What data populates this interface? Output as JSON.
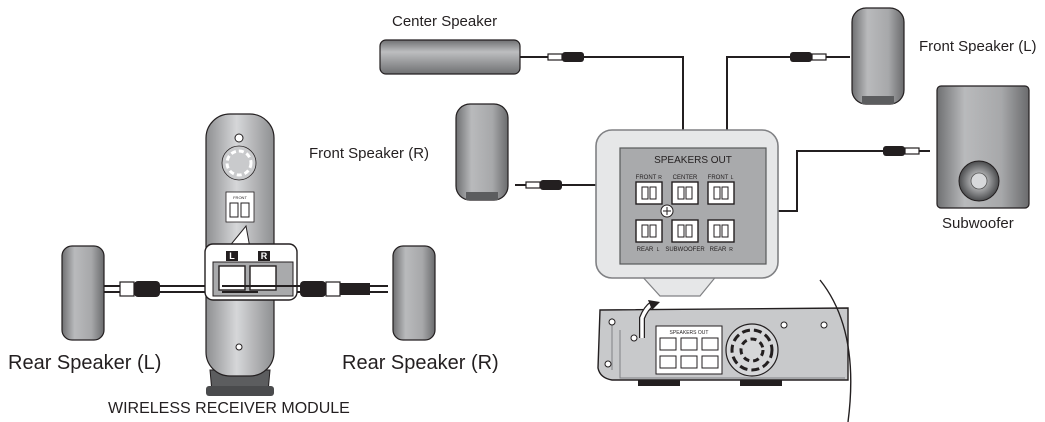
{
  "labels": {
    "center_speaker": "Center Speaker",
    "front_speaker_left": "Front Speaker (L)",
    "front_speaker_right": "Front Speaker (R)",
    "subwoofer": "Subwoofer",
    "rear_speaker_left": "Rear Speaker (L)",
    "rear_speaker_right": "Rear Speaker (R)",
    "wireless_receiver_module": "WIRELESS RECEIVER MODULE"
  },
  "panel": {
    "title": "SPEAKERS OUT",
    "terminal_front_r": "FRONT",
    "terminal_front_r_mark": "R",
    "terminal_center": "CENTER",
    "terminal_front_l": "FRONT",
    "terminal_front_l_mark": "L",
    "terminal_rear_l": "REAR",
    "terminal_rear_l_mark": "L",
    "terminal_subwoofer": "SUBWOOFER",
    "terminal_rear_r": "REAR",
    "terminal_rear_r_mark": "R",
    "unit_panel_title": "SPEAKERS OUT"
  },
  "module": {
    "badge_left": "L",
    "badge_right": "R",
    "front_label": "FRONT"
  },
  "colors": {
    "speaker_fill": "#9b9c9e",
    "panel_fill": "#a9aaac",
    "callout_fill": "#e6e7e8",
    "line": "#231f20"
  }
}
